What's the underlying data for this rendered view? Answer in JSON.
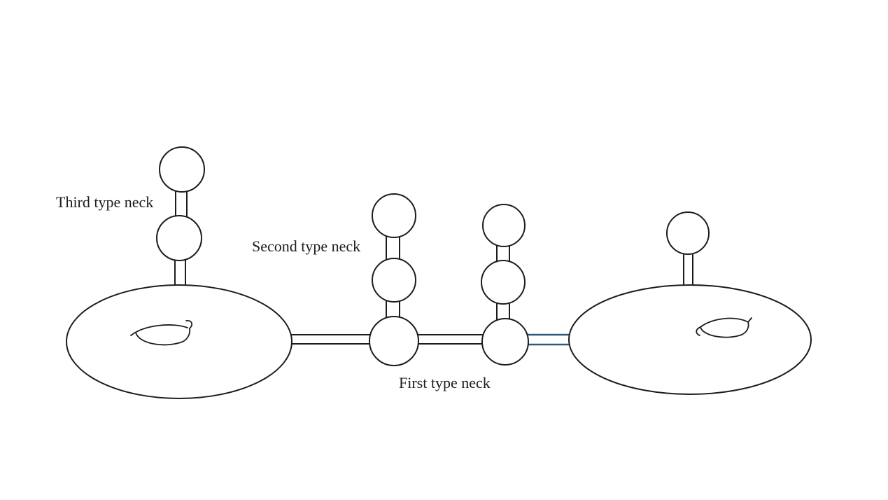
{
  "diagram": {
    "title_hint": "Surface with three types of necks connecting two tori",
    "labels": {
      "third_type_neck": "Third type neck",
      "second_type_neck": "Second type neck",
      "first_type_neck": "First type neck"
    },
    "colors": {
      "ink": "#1c1c1c",
      "accent": "#2f5a80",
      "paper": "#ffffff"
    }
  }
}
